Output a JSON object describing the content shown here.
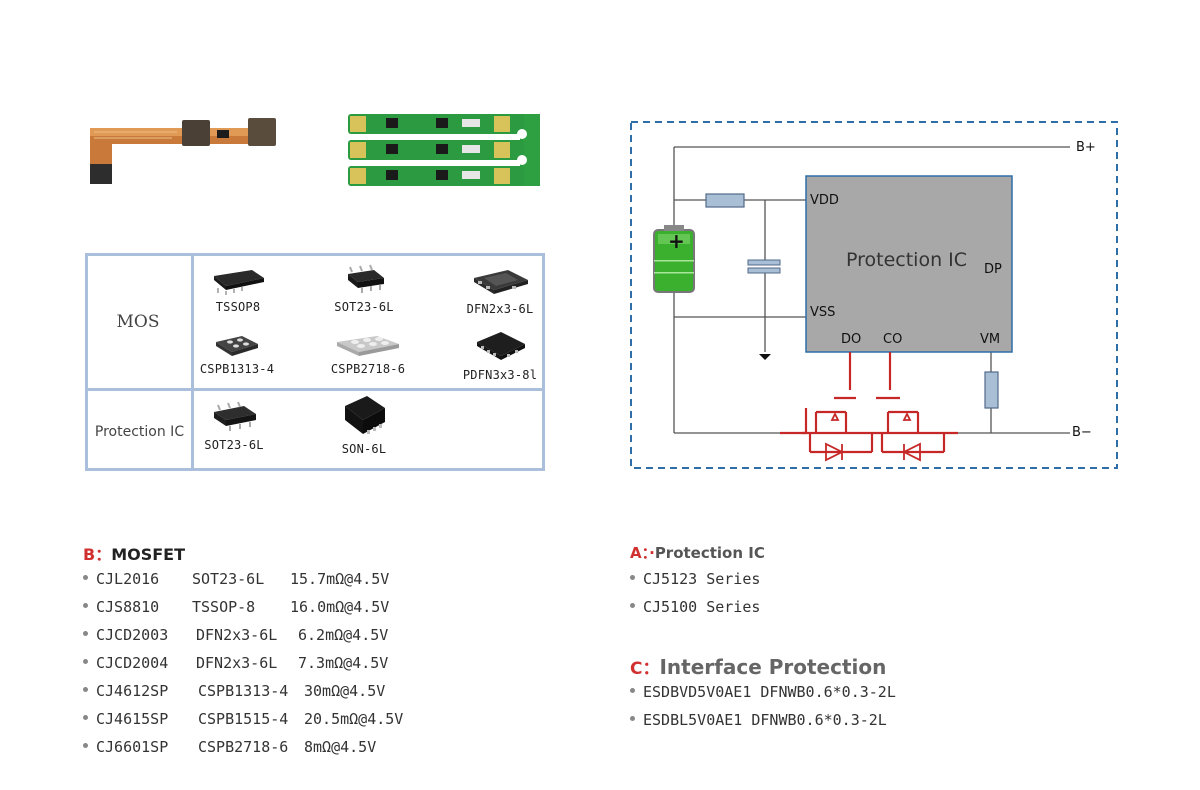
{
  "package_table": {
    "mos_label": "MOS",
    "protection_label": "Protection IC",
    "mos_packages": [
      "TSSOP8",
      "SOT23-6L",
      "DFN2x3-6L",
      "CSPB1313-4",
      "CSPB2718-6",
      "PDFN3x3-8l"
    ],
    "protection_packages": [
      "SOT23-6L",
      "SON-6L"
    ]
  },
  "schematic": {
    "chip_name": "Protection IC",
    "pins": {
      "vdd": "VDD",
      "vss": "VSS",
      "dp": "DP",
      "do": "DO",
      "co": "CO",
      "vm": "VM"
    },
    "terminal_pos": "B+",
    "terminal_neg": "B−",
    "battery_sign": "+",
    "colors": {
      "border": "#2f6ea8",
      "chip": "#a8a8a8",
      "mosfet": "#c62828",
      "battery": "#3ab02e"
    }
  },
  "section_b": {
    "key": "B：",
    "title": "MOSFET",
    "items": [
      {
        "part": "CJL2016",
        "package": "SOT23-6L",
        "spec": "15.7mΩ@4.5V"
      },
      {
        "part": "CJS8810",
        "package": "TSSOP-8",
        "spec": "16.0mΩ@4.5V"
      },
      {
        "part": "CJCD2003",
        "package": "DFN2x3-6L",
        "spec": "6.2mΩ@4.5V"
      },
      {
        "part": "CJCD2004",
        "package": "DFN2x3-6L",
        "spec": "7.3mΩ@4.5V"
      },
      {
        "part": "CJ4612SP",
        "package": "CSPB1313-4",
        "spec": "30mΩ@4.5V"
      },
      {
        "part": "CJ4615SP",
        "package": "CSPB1515-4",
        "spec": "20.5mΩ@4.5V"
      },
      {
        "part": "CJ6601SP",
        "package": "CSPB2718-6",
        "spec": "8mΩ@4.5V"
      }
    ]
  },
  "section_a": {
    "key": "A：·",
    "title": "Protection IC",
    "items": [
      "CJ5123 Series",
      "CJ5100 Series"
    ]
  },
  "section_c": {
    "key": "C：",
    "title": "Interface Protection",
    "items": [
      "ESDBVD5V0AE1 DFNWB0.6*0.3-2L",
      "ESDBL5V0AE1 DFNWB0.6*0.3-2L"
    ]
  }
}
